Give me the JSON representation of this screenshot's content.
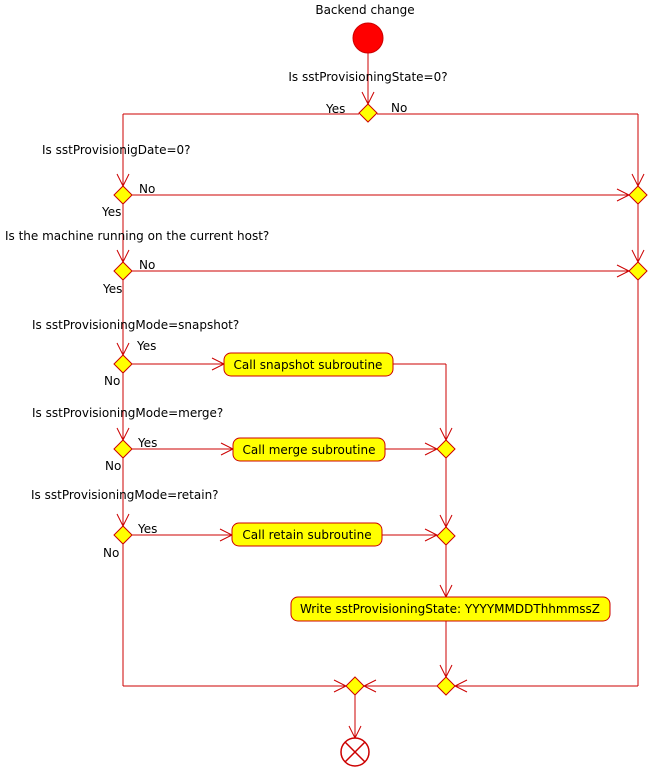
{
  "title": "Backend change",
  "colors": {
    "line": "#cc0000",
    "fill": "#ffff00",
    "start": "#ff0000",
    "text": "#000000",
    "background": "#ffffff"
  },
  "decisions": {
    "q1": "Is sstProvisioningState=0?",
    "q2": "Is sstProvisionigDate=0?",
    "q3": "Is the machine running on the current host?",
    "q4": "Is sstProvisioningMode=snapshot?",
    "q5": "Is sstProvisioningMode=merge?",
    "q6": "Is sstProvisioningMode=retain?"
  },
  "branches": {
    "d1_yes": "Yes",
    "d1_no": "No",
    "d2_yes": "Yes",
    "d2_no": "No",
    "d3_yes": "Yes",
    "d3_no": "No",
    "d4_yes": "Yes",
    "d4_no": "No",
    "d5_yes": "Yes",
    "d5_no": "No",
    "d6_yes": "Yes",
    "d6_no": "No"
  },
  "actions": {
    "snapshot": "Call snapshot subroutine",
    "merge": "Call merge subroutine",
    "retain": "Call retain subroutine",
    "write_state": "Write sstProvisioningState: YYYYMMDDThhmmssZ"
  }
}
